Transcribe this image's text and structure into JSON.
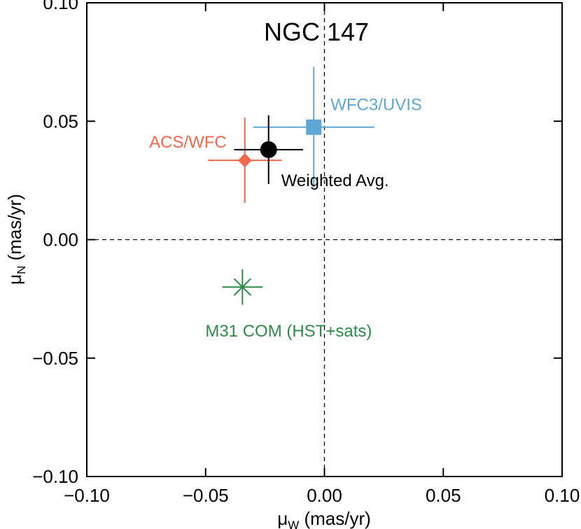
{
  "chart_data": {
    "type": "scatter",
    "title": "NGC 147",
    "xlabel": {
      "base": "μ",
      "sub": "W",
      "rest": " (mas/yr)"
    },
    "ylabel": {
      "base": "μ",
      "sub": "N",
      "rest": " (mas/yr)"
    },
    "xlim": [
      -0.1,
      0.1
    ],
    "ylim": [
      -0.1,
      0.1
    ],
    "xticks": [
      -0.1,
      -0.05,
      0.0,
      0.05,
      0.1
    ],
    "yticks": [
      -0.1,
      -0.05,
      0.0,
      0.05,
      0.1
    ],
    "xtick_labels": [
      "−0.10",
      "−0.05",
      "0.00",
      "0.05",
      "0.10"
    ],
    "ytick_labels": [
      "−0.10",
      "−0.05",
      "0.00",
      "0.05",
      "0.10"
    ],
    "zero_lines": "dashed",
    "grid": false,
    "points": [
      {
        "label": "ACS/WFC",
        "x": -0.0335,
        "y": 0.0335,
        "xerr": 0.0155,
        "yerr": 0.018,
        "marker": "diamond",
        "color": "#f0694d",
        "label_pos": "upper-left"
      },
      {
        "label": "WFC3/UVIS",
        "x": -0.0045,
        "y": 0.0475,
        "xerr": 0.0255,
        "yerr": 0.0255,
        "marker": "square",
        "color": "#5fa8d6",
        "label_pos": "upper-right"
      },
      {
        "label": "Weighted Avg.",
        "x": -0.0235,
        "y": 0.038,
        "xerr": 0.0145,
        "yerr": 0.0145,
        "marker": "circle",
        "color": "#000000",
        "label_pos": "lower-right"
      },
      {
        "label": "M31 COM (HST+sats)",
        "x": -0.0345,
        "y": -0.02,
        "xerr": 0.0085,
        "yerr": 0.0075,
        "marker": "asterisk",
        "color": "#2e8b47",
        "label_pos": "below"
      }
    ]
  }
}
